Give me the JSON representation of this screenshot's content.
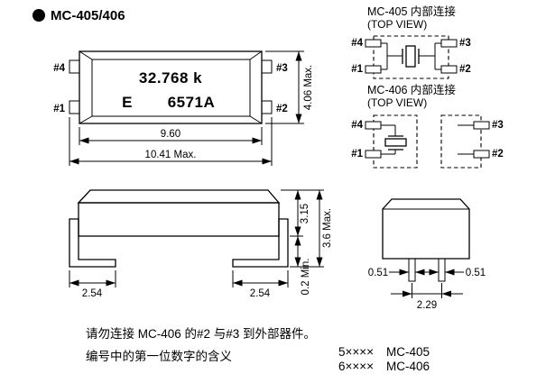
{
  "colors": {
    "body_fill": "#d7d7d7",
    "face_fill": "#e3e3e3",
    "lead_fill": "#e9e9e9",
    "line": "#000000",
    "background": "#ffffff"
  },
  "title": {
    "text": "MC-405/406"
  },
  "top_view": {
    "marking_freq": "32.768 k",
    "marking_logo": "E",
    "marking_code": "6571A",
    "pins": {
      "p4": "#4",
      "p1": "#1",
      "p3": "#3",
      "p2": "#2"
    },
    "dims": {
      "body_width": "9.60",
      "overall_width": "10.41 Max.",
      "height": "4.06 Max."
    }
  },
  "mc405_diagram": {
    "title": "MC-405 内部连接",
    "subtitle": "(TOP VIEW)",
    "pins": {
      "p4": "#4",
      "p1": "#1",
      "p3": "#3",
      "p2": "#2"
    }
  },
  "mc406_diagram": {
    "title": "MC-406 内部连接",
    "subtitle": "(TOP VIEW)",
    "pins": {
      "p4": "#4",
      "p1": "#1",
      "p3": "#3",
      "p2": "#2"
    }
  },
  "side_view": {
    "dims": {
      "body_height": "3.15",
      "overall_height": "3.6 Max.",
      "standoff": "0.2 Min.",
      "foot_left": "2.54",
      "foot_right": "2.54"
    }
  },
  "end_view": {
    "dims": {
      "lead_width_left": "0.51",
      "lead_width_right": "0.51",
      "lead_pitch": "2.29"
    }
  },
  "notes": {
    "warning": "请勿连接 MC-406 的#2 与#3 到外部器件。",
    "numbering_title": "编号中的第一位数字的含义",
    "code_405_prefix": "5××××",
    "code_405_model": "MC-405",
    "code_406_prefix": "6××××",
    "code_406_model": "MC-406"
  }
}
